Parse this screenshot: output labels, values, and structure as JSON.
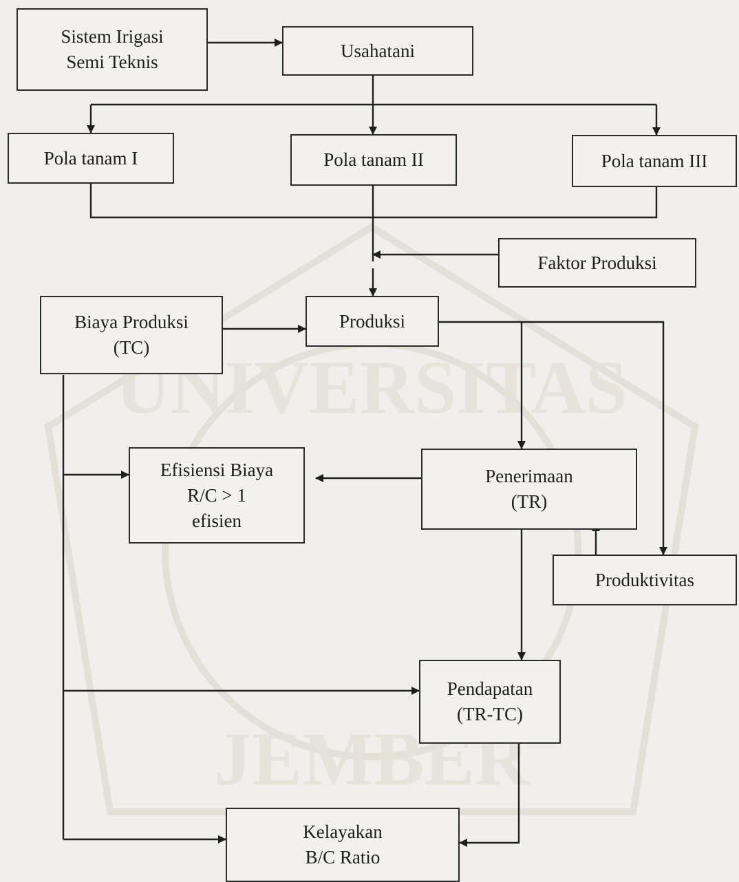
{
  "diagram": {
    "nodes": {
      "sistem_irigasi": [
        "Sistem Irigasi",
        "Semi Teknis"
      ],
      "usahatani": [
        "Usahatani"
      ],
      "pola_tanam_1": [
        "Pola tanam I"
      ],
      "pola_tanam_2": [
        "Pola tanam II"
      ],
      "pola_tanam_3": [
        "Pola tanam III"
      ],
      "faktor_produksi": [
        "Faktor Produksi"
      ],
      "biaya_produksi": [
        "Biaya Produksi",
        "(TC)"
      ],
      "produksi": [
        "Produksi"
      ],
      "efisiensi_biaya": [
        "Efisiensi Biaya",
        "R/C > 1",
        "efisien"
      ],
      "penerimaan": [
        "Penerimaan",
        "(TR)"
      ],
      "produktivitas": [
        "Produktivitas"
      ],
      "pendapatan": [
        "Pendapatan",
        "(TR-TC)"
      ],
      "kelayakan": [
        "Kelayakan",
        "B/C Ratio"
      ]
    },
    "watermark": [
      "UNIVERSITAS",
      "JEMBER"
    ]
  }
}
